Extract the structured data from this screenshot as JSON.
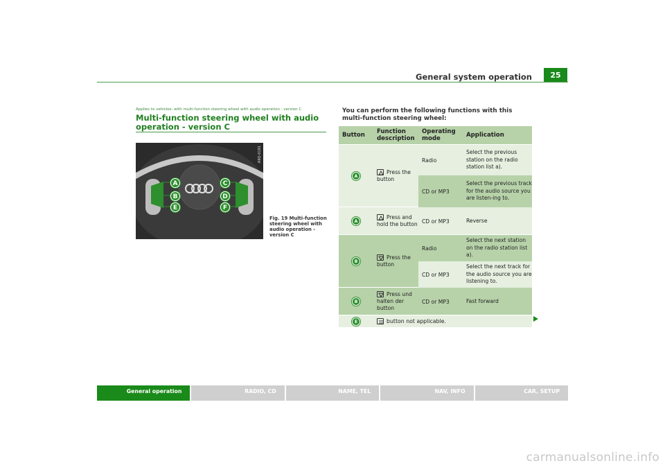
{
  "header": {
    "title": "General system operation",
    "page_number": "25"
  },
  "section": {
    "applies_to": "Applies to vehicles: with multi-function steering wheel with audio operation - version C",
    "title": "Multi-function steering wheel with audio operation - version C"
  },
  "figure": {
    "caption": "Fig. 19  Multi-function steering wheel with audio operation - version C",
    "side_code": "A9Q-0191",
    "left_buttons": [
      "A",
      "B",
      "E"
    ],
    "right_buttons": [
      "C",
      "D",
      "F"
    ]
  },
  "intro": "You can perform the following functions with this multi-function steering wheel:",
  "table": {
    "headers": [
      "Button",
      "Function description",
      "Operating mode",
      "Application"
    ],
    "groups": [
      {
        "badge": "A",
        "function": "Press the button",
        "rows": [
          {
            "mode": "Radio",
            "application": "Select the previous station on the radio station list a)."
          },
          {
            "mode": "CD or MP3",
            "application": "Select the previous track for the audio source you are listen-ing to."
          }
        ]
      },
      {
        "badge": "A",
        "function": "Press and hold the button",
        "rows": [
          {
            "mode": "CD or MP3",
            "application": "Reverse"
          }
        ]
      },
      {
        "badge": "B",
        "function": "Press the button",
        "rows": [
          {
            "mode": "Radio",
            "application": "Select the next station on the radio station list a)."
          },
          {
            "mode": "CD or MP3",
            "application": "Select the next track for the audio source you are listening to."
          }
        ]
      },
      {
        "badge": "B",
        "function": "Press und halten der button",
        "rows": [
          {
            "mode": "CD or MP3",
            "application": "Fast forward"
          }
        ]
      }
    ],
    "last_row": {
      "badge": "E",
      "text": "button not applicable."
    }
  },
  "footer_tabs": [
    {
      "label": "General operation",
      "active": true
    },
    {
      "label": "RADIO, CD",
      "active": false
    },
    {
      "label": "NAME, TEL",
      "active": false
    },
    {
      "label": "NAV, INFO",
      "active": false
    },
    {
      "label": "CAR, SETUP",
      "active": false
    }
  ],
  "watermark": "carmanualsonline.info",
  "colors": {
    "accent": "#1a8a1a",
    "table_mid": "#b7d2a9",
    "table_light": "#e6efe0"
  }
}
